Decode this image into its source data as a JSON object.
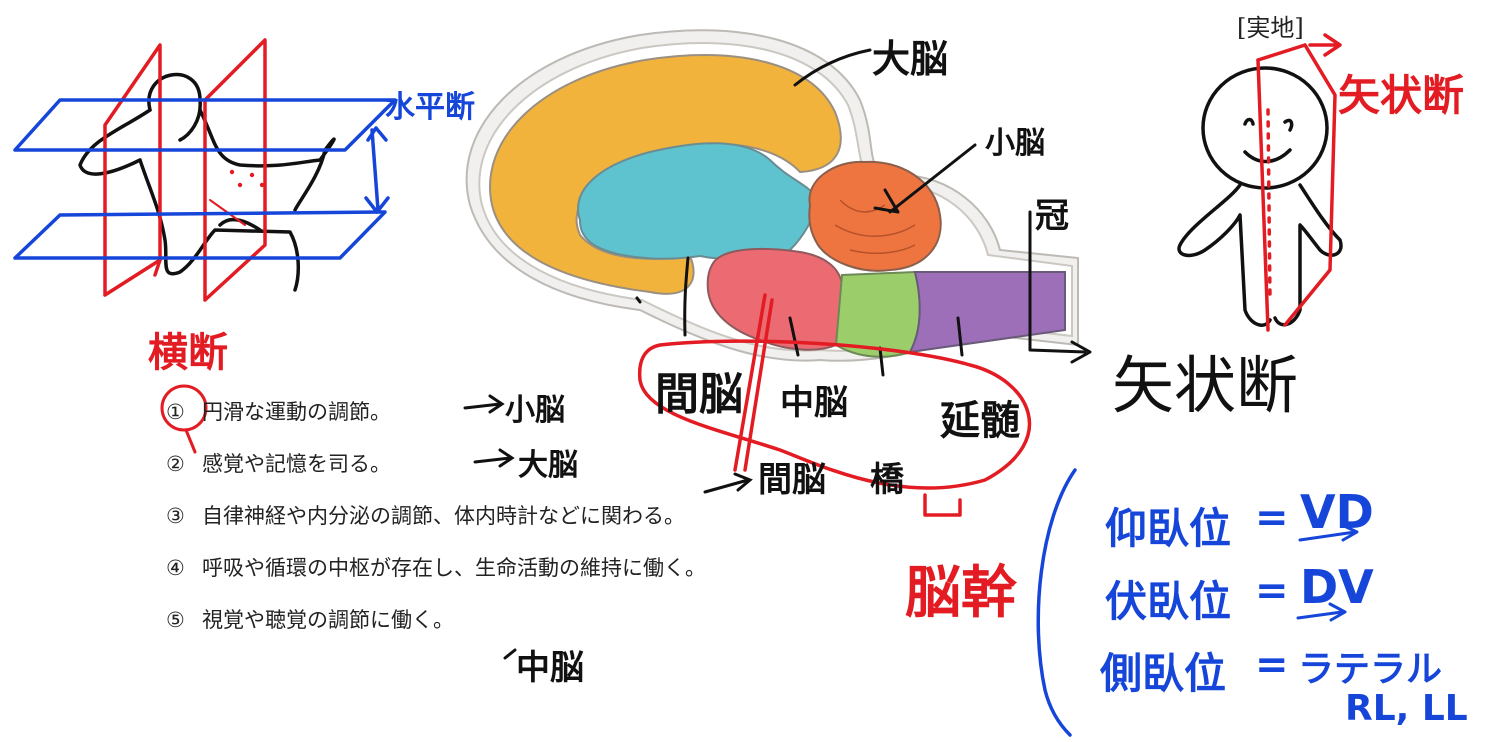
{
  "header_tag": "[実地]",
  "questions": [
    {
      "num": "①",
      "text": "円滑な運動の調節。"
    },
    {
      "num": "②",
      "text": "感覚や記憶を司る。"
    },
    {
      "num": "③",
      "text": "自律神経や内分泌の調節、体内時計などに関わる。"
    },
    {
      "num": "④",
      "text": "呼吸や循環の中枢が存在し、生命活動の維持に働く。"
    },
    {
      "num": "⑤",
      "text": "視覚や聴覚の調節に働く。"
    }
  ],
  "handwriting": {
    "horizontal_plane": "水平断",
    "transverse_plane": "横断",
    "cerebrum": "大脳",
    "cerebellum": "小脳",
    "coronal": "冠",
    "sagittal_right": "矢状断",
    "sagittal_main": "矢状断",
    "diencephalon": "間脳",
    "midbrain": "中脳",
    "medulla": "延髄",
    "diencephalon_2": "間脳",
    "pons": "橋",
    "brainstem": "脳幹",
    "answer_1": "小脳",
    "answer_2": "大脳",
    "answer_5": "中脳",
    "supine_label": "仰臥位",
    "supine_value": "VD",
    "prone_label": "伏臥位",
    "prone_value": "DV",
    "lateral_label": "側臥位",
    "lateral_value": "ラテラル",
    "lateral_sub": "RL, LL",
    "equals": "="
  },
  "colors": {
    "ink_black": "#111111",
    "ink_red": "#e31b23",
    "ink_blue": "#1646d9",
    "cerebrum": "#f2b33d",
    "diencephalon": "#5fc3cf",
    "cerebellum": "#ee7440",
    "midbrain": "#ec6a72",
    "pons": "#9ccd6b",
    "medulla": "#9c6fb8"
  }
}
